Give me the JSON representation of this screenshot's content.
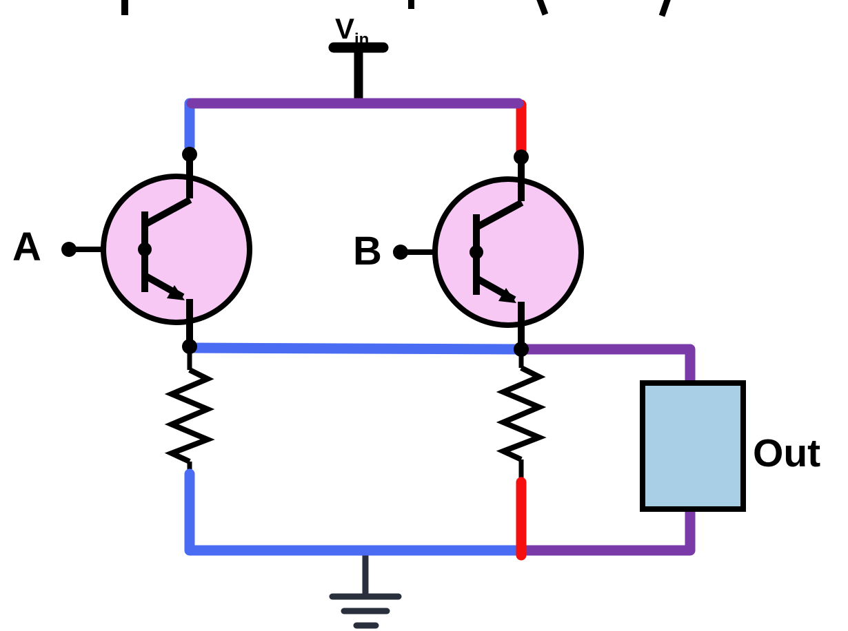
{
  "labels": {
    "input_a": "A",
    "input_b": "B",
    "output": "Out",
    "supply_v": "V",
    "supply_sub": "in"
  },
  "colors": {
    "wire-blue": "#4A6CF2",
    "wire-purple": "#7A3AA8",
    "wire-red": "#F5100F",
    "transistor-fill": "#F8C8F5",
    "out-box-fill": "#A9CFE6",
    "ground": "#2A2F3E",
    "ink": "#000000"
  },
  "icons": {
    "transistor_a": "npn-transistor-icon",
    "transistor_b": "npn-transistor-icon",
    "resistor_a": "resistor-zigzag-icon",
    "resistor_b": "resistor-zigzag-icon",
    "supply_terminal": "power-terminal-icon",
    "ground": "ground-icon",
    "output_load": "load-box"
  }
}
